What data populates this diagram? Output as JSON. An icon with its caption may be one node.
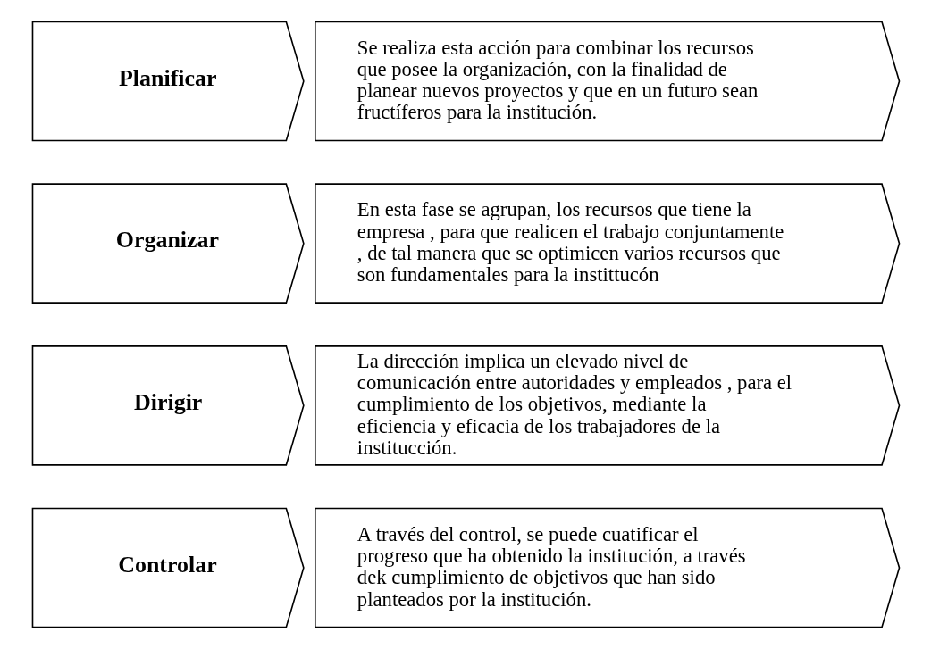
{
  "diagram": {
    "nodes": [
      {
        "text": [
          "Planificar"
        ]
      },
      {
        "text": [
          "Se realiza esta acción para combinar los recursos que posee la organización, con la finalidad de planear nuevos proyectos y que en un futuro sean fructíferos para la institución."
        ]
      },
      {
        "text": [
          "Organizar"
        ]
      },
      {
        "text": [
          "En esta fase se agrupan, los recursos que tiene la empresa , para que realicen el trabajo conjuntamente , de tal manera que se optimicen varios recursos que son fundamentales para la instittucón"
        ]
      },
      {
        "text": [
          "Dirigir"
        ]
      },
      {
        "text": [
          "La dirección implica un elevado nivel de comunicación entre autoridades y empleados , para el cumplimiento de los objetivos, mediante la eficiencia y eficacia de los trabajadores de la institucción."
        ]
      },
      {
        "text": [
          "Controlar"
        ]
      },
      {
        "text": [
          "A través del control, se puede cuatificar el progreso que ha obtenido la institución, a través dek cumplimiento de objetivos que han sido planteados por la institución."
        ]
      }
    ]
  }
}
